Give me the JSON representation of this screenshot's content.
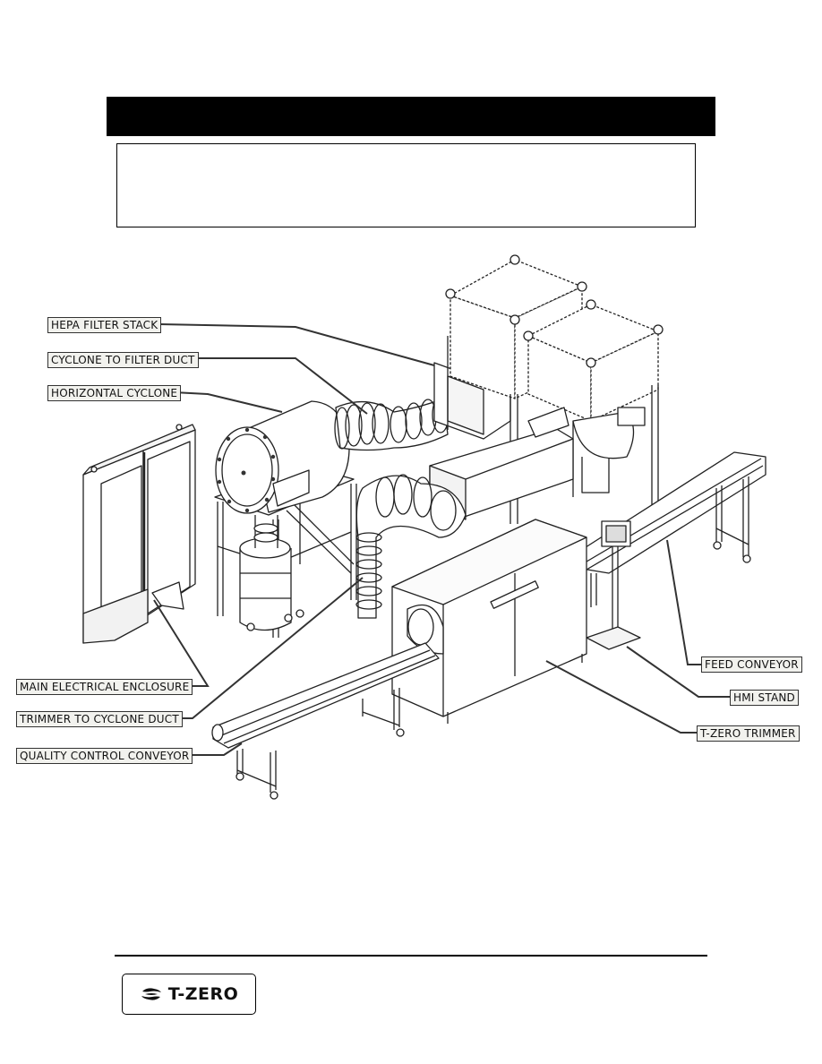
{
  "labels": {
    "hepa_filter_stack": "HEPA FILTER STACK",
    "cyclone_to_filter_duct": "CYCLONE TO FILTER DUCT",
    "horizontal_cyclone": "HORIZONTAL CYCLONE",
    "main_electrical_enclosure": "MAIN ELECTRICAL ENCLOSURE",
    "trimmer_to_cyclone_duct": "TRIMMER TO CYCLONE DUCT",
    "quality_control_conveyor": "QUALITY CONTROL CONVEYOR",
    "feed_conveyor": "FEED CONVEYOR",
    "hmi_stand": "HMI STAND",
    "t_zero_trimmer": "T-ZERO TRIMMER"
  },
  "footer": {
    "logo_text": "T-ZERO",
    "logo_icon": "t-zero-swirl-icon"
  },
  "colors": {
    "header_bar": "#000000",
    "label_background": "#f2f2ee",
    "line_art": "#222222"
  }
}
